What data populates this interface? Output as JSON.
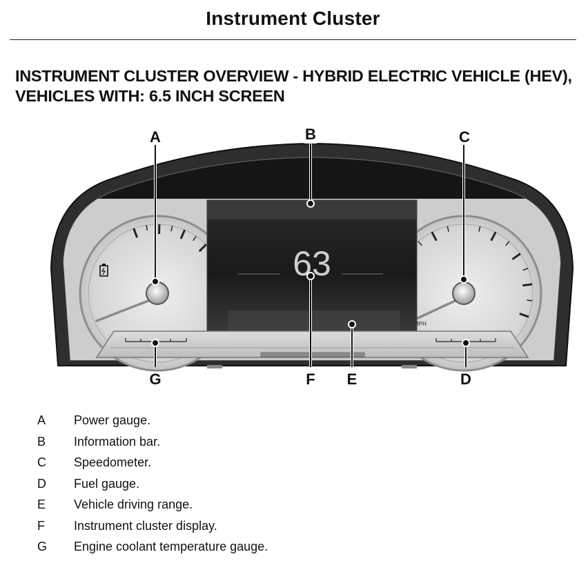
{
  "header": {
    "title": "Instrument Cluster"
  },
  "section": {
    "title": "INSTRUMENT CLUSTER OVERVIEW - HYBRID ELECTRIC VEHICLE (HEV), VEHICLES WITH: 6.5 INCH SCREEN"
  },
  "figure": {
    "speed_value": "63",
    "mph_label": "MPH",
    "callouts": {
      "A": "A",
      "B": "B",
      "C": "C",
      "D": "D",
      "E": "E",
      "F": "F",
      "G": "G"
    }
  },
  "legend": [
    {
      "letter": "A",
      "text": "Power gauge."
    },
    {
      "letter": "B",
      "text": "Information bar."
    },
    {
      "letter": "C",
      "text": "Speedometer."
    },
    {
      "letter": "D",
      "text": "Fuel gauge."
    },
    {
      "letter": "E",
      "text": "Vehicle driving range."
    },
    {
      "letter": "F",
      "text": "Instrument cluster display."
    },
    {
      "letter": "G",
      "text": "Engine coolant temperature gauge."
    }
  ],
  "icons": {
    "battery": "battery-icon"
  }
}
